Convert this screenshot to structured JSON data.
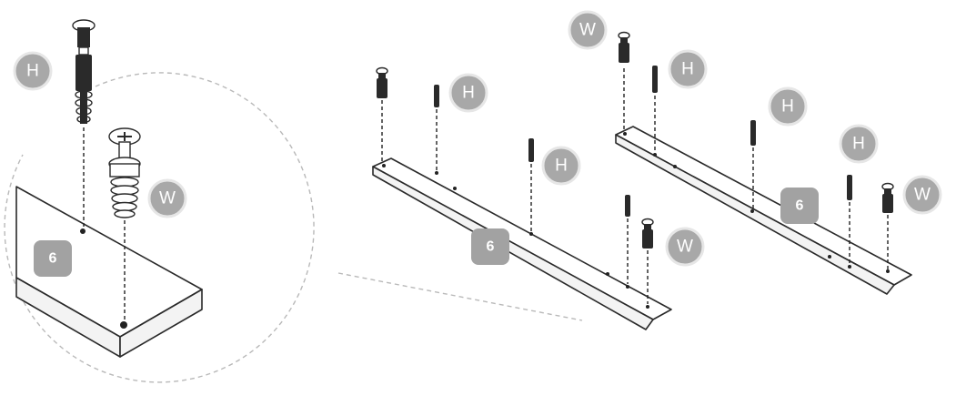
{
  "labels": {
    "pin_h": "H",
    "cam_w": "W",
    "panel_number": "6"
  },
  "colors": {
    "badge_fill": "#a8a8a8",
    "badge_ring": "#e6e6e6",
    "number_box": "#a2a2a2",
    "line": "#2a2a2a",
    "zoom_ring": "#b9b9b9"
  },
  "icons": {
    "hardware_h": "dowel-pin-icon",
    "hardware_w": "cam-screw-icon"
  }
}
